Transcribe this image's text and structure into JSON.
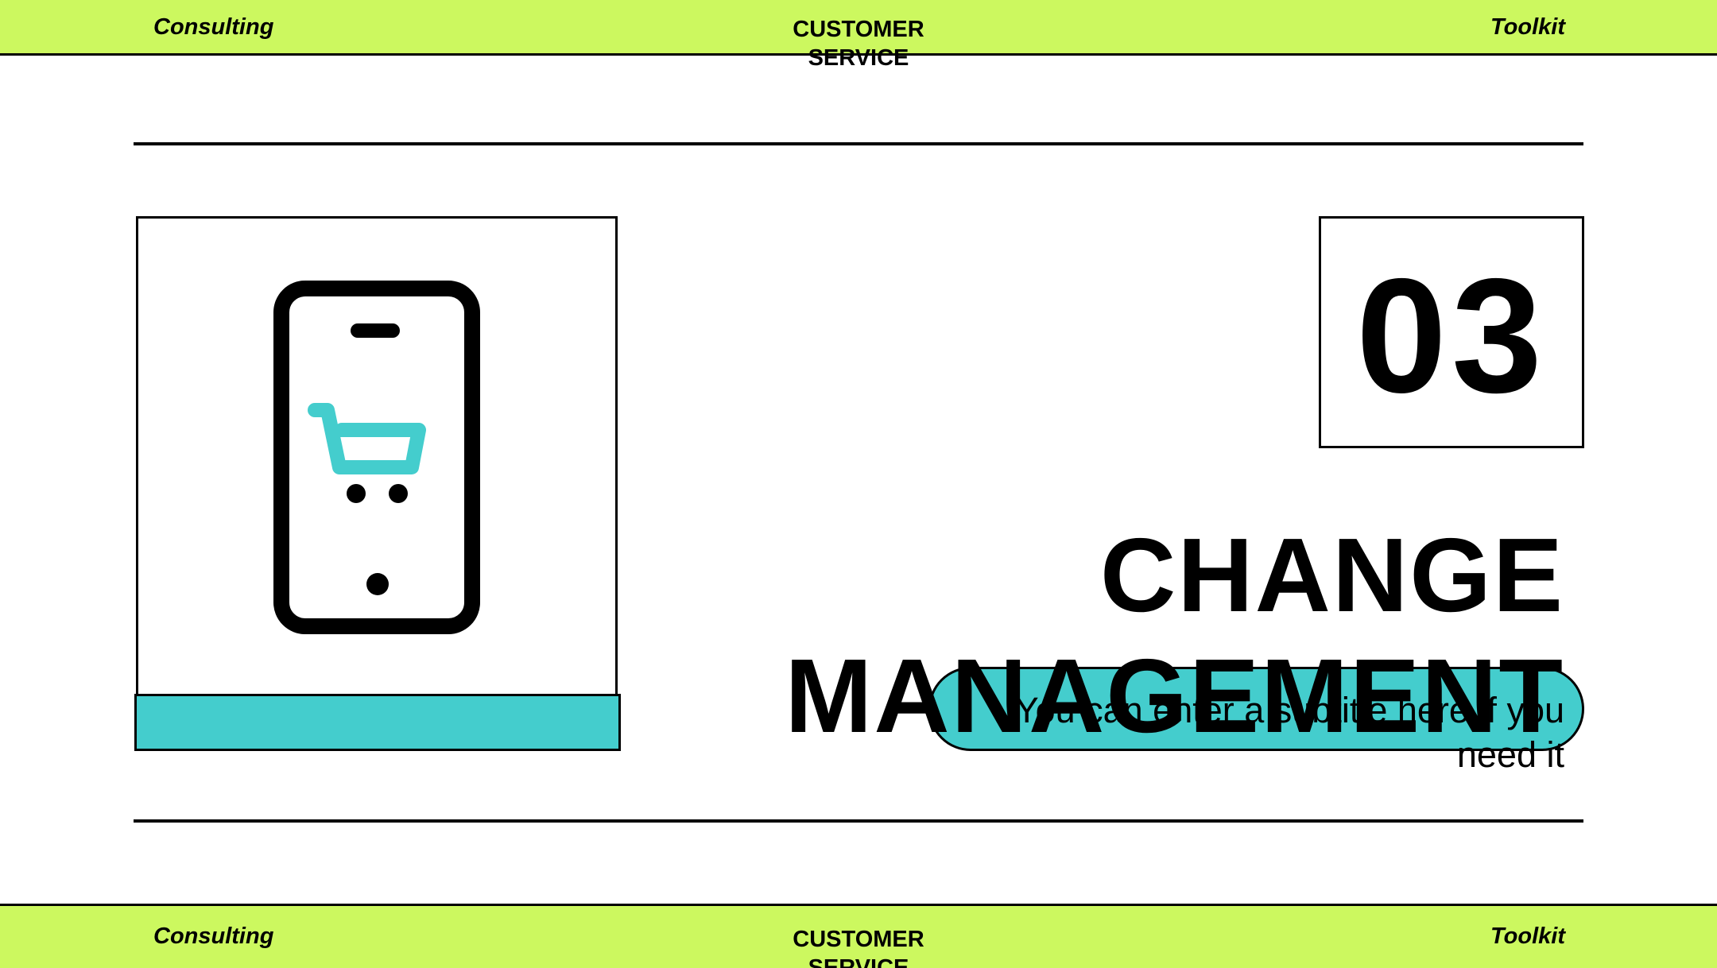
{
  "header": {
    "left_label": "Consulting",
    "center_label": "CUSTOMER SERVICE",
    "right_label": "Toolkit"
  },
  "footer": {
    "left_label": "Consulting",
    "center_label": "CUSTOMER SERVICE",
    "right_label": "Toolkit"
  },
  "section": {
    "number": "03",
    "title": "CHANGE MANAGEMENT",
    "subtitle": "You can enter a subtitle here if you need it"
  },
  "illustration": {
    "icon": "mobile-shopping-cart-icon",
    "accent_color": "#44cdcd"
  },
  "colors": {
    "bar_background": "#ccf85f",
    "accent": "#44cdcd",
    "ink": "#000000"
  }
}
